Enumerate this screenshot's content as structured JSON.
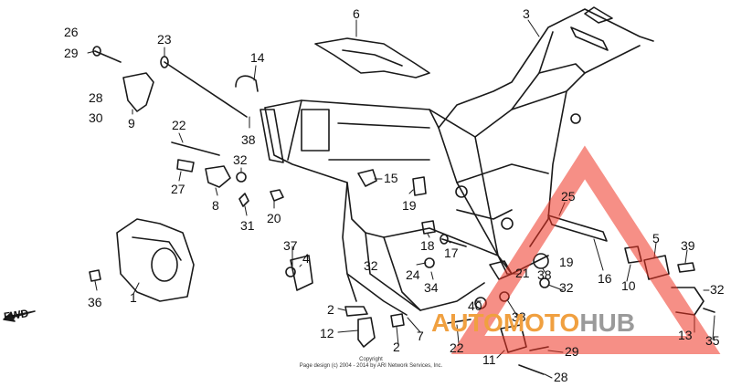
{
  "diagram": {
    "callouts": [
      "26",
      "29",
      "28",
      "30",
      "9",
      "23",
      "14",
      "38",
      "6",
      "3",
      "22",
      "27",
      "8",
      "32",
      "31",
      "20",
      "15",
      "19",
      "18",
      "24",
      "34",
      "17",
      "37",
      "4",
      "2",
      "12",
      "2",
      "7",
      "32",
      "36",
      "1",
      "25",
      "19",
      "16",
      "21",
      "38",
      "32",
      "5",
      "39",
      "10",
      "32",
      "40",
      "33",
      "22",
      "13",
      "35",
      "11",
      "29",
      "28"
    ],
    "direction_label": "FWD",
    "copyright": [
      "Copyright",
      "Page design (c) 2004 - 2014 by ARI Network Services, Inc."
    ]
  },
  "watermark": {
    "brand_part1": "AUTOMOTO",
    "brand_part2": "HUB",
    "color_primary": "#f0a040",
    "color_secondary": "#9a9a9a",
    "triangle_color": "#ee3322"
  }
}
